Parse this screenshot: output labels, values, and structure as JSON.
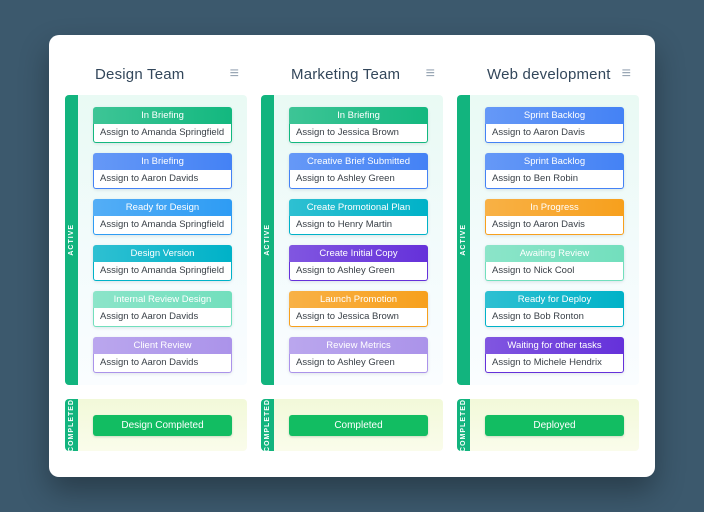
{
  "icons": {
    "column_menu": "≡"
  },
  "colors": {
    "page_bg": "#3c596d",
    "panel_bg": "#ffffff",
    "side_tab": "#12b47e",
    "completed_button": "#12bd62"
  },
  "board": {
    "columns": [
      {
        "title": "Design Team",
        "active_label": "ACTIVE",
        "completed_label": "COMPLETED",
        "completed_action": "Design Completed",
        "cards": [
          {
            "status": "In Briefing",
            "assignee": "Assign to Amanda Springfield",
            "color": "#13b87f"
          },
          {
            "status": "In Briefing",
            "assignee": "Assign to Aaron Davids",
            "color": "#4482f5"
          },
          {
            "status": "Ready for Design",
            "assignee": "Assign to Amanda Springfield",
            "color": "#2e9cf4"
          },
          {
            "status": "Design Version",
            "assignee": "Assign to Amanda Springfield",
            "color": "#00b2c8"
          },
          {
            "status": "Internal Review Design",
            "assignee": "Assign to Aaron Davids",
            "color": "#72dfbd"
          },
          {
            "status": "Client Review",
            "assignee": "Assign to Aaron Davids",
            "color": "#ab93ea"
          }
        ]
      },
      {
        "title": "Marketing Team",
        "active_label": "ACTIVE",
        "completed_label": "COMPLETED",
        "completed_action": "Completed",
        "cards": [
          {
            "status": "In Briefing",
            "assignee": "Assign to Jessica Brown",
            "color": "#13b87f"
          },
          {
            "status": "Creative Brief Submitted",
            "assignee": "Assign to Ashley Green",
            "color": "#4482f5"
          },
          {
            "status": "Create Promotional Plan",
            "assignee": "Assign to Henry Martin",
            "color": "#00b2c8"
          },
          {
            "status": "Create Initial Copy",
            "assignee": "Assign to Ashley Green",
            "color": "#6531da"
          },
          {
            "status": "Launch Promotion",
            "assignee": "Assign to Jessica Brown",
            "color": "#f7a01d"
          },
          {
            "status": "Review Metrics",
            "assignee": "Assign to Ashley Green",
            "color": "#ab93ea"
          }
        ]
      },
      {
        "title": "Web development",
        "active_label": "ACTIVE",
        "completed_label": "COMPLETED",
        "completed_action": "Deployed",
        "cards": [
          {
            "status": "Sprint Backlog",
            "assignee": "Assign to Aaron Davis",
            "color": "#4482f5"
          },
          {
            "status": "Sprint Backlog",
            "assignee": "Assign to Ben Robin",
            "color": "#4482f5"
          },
          {
            "status": "In Progress",
            "assignee": "Assign to Aaron Davis",
            "color": "#f7a01d"
          },
          {
            "status": "Awaiting Review",
            "assignee": "Assign to Nick Cool",
            "color": "#72dfbd"
          },
          {
            "status": "Ready for Deploy",
            "assignee": "Assign to Bob Ronton",
            "color": "#00b2c8"
          },
          {
            "status": "Waiting for other tasks",
            "assignee": "Assign to Michele Hendrix",
            "color": "#6531da"
          }
        ]
      }
    ]
  }
}
